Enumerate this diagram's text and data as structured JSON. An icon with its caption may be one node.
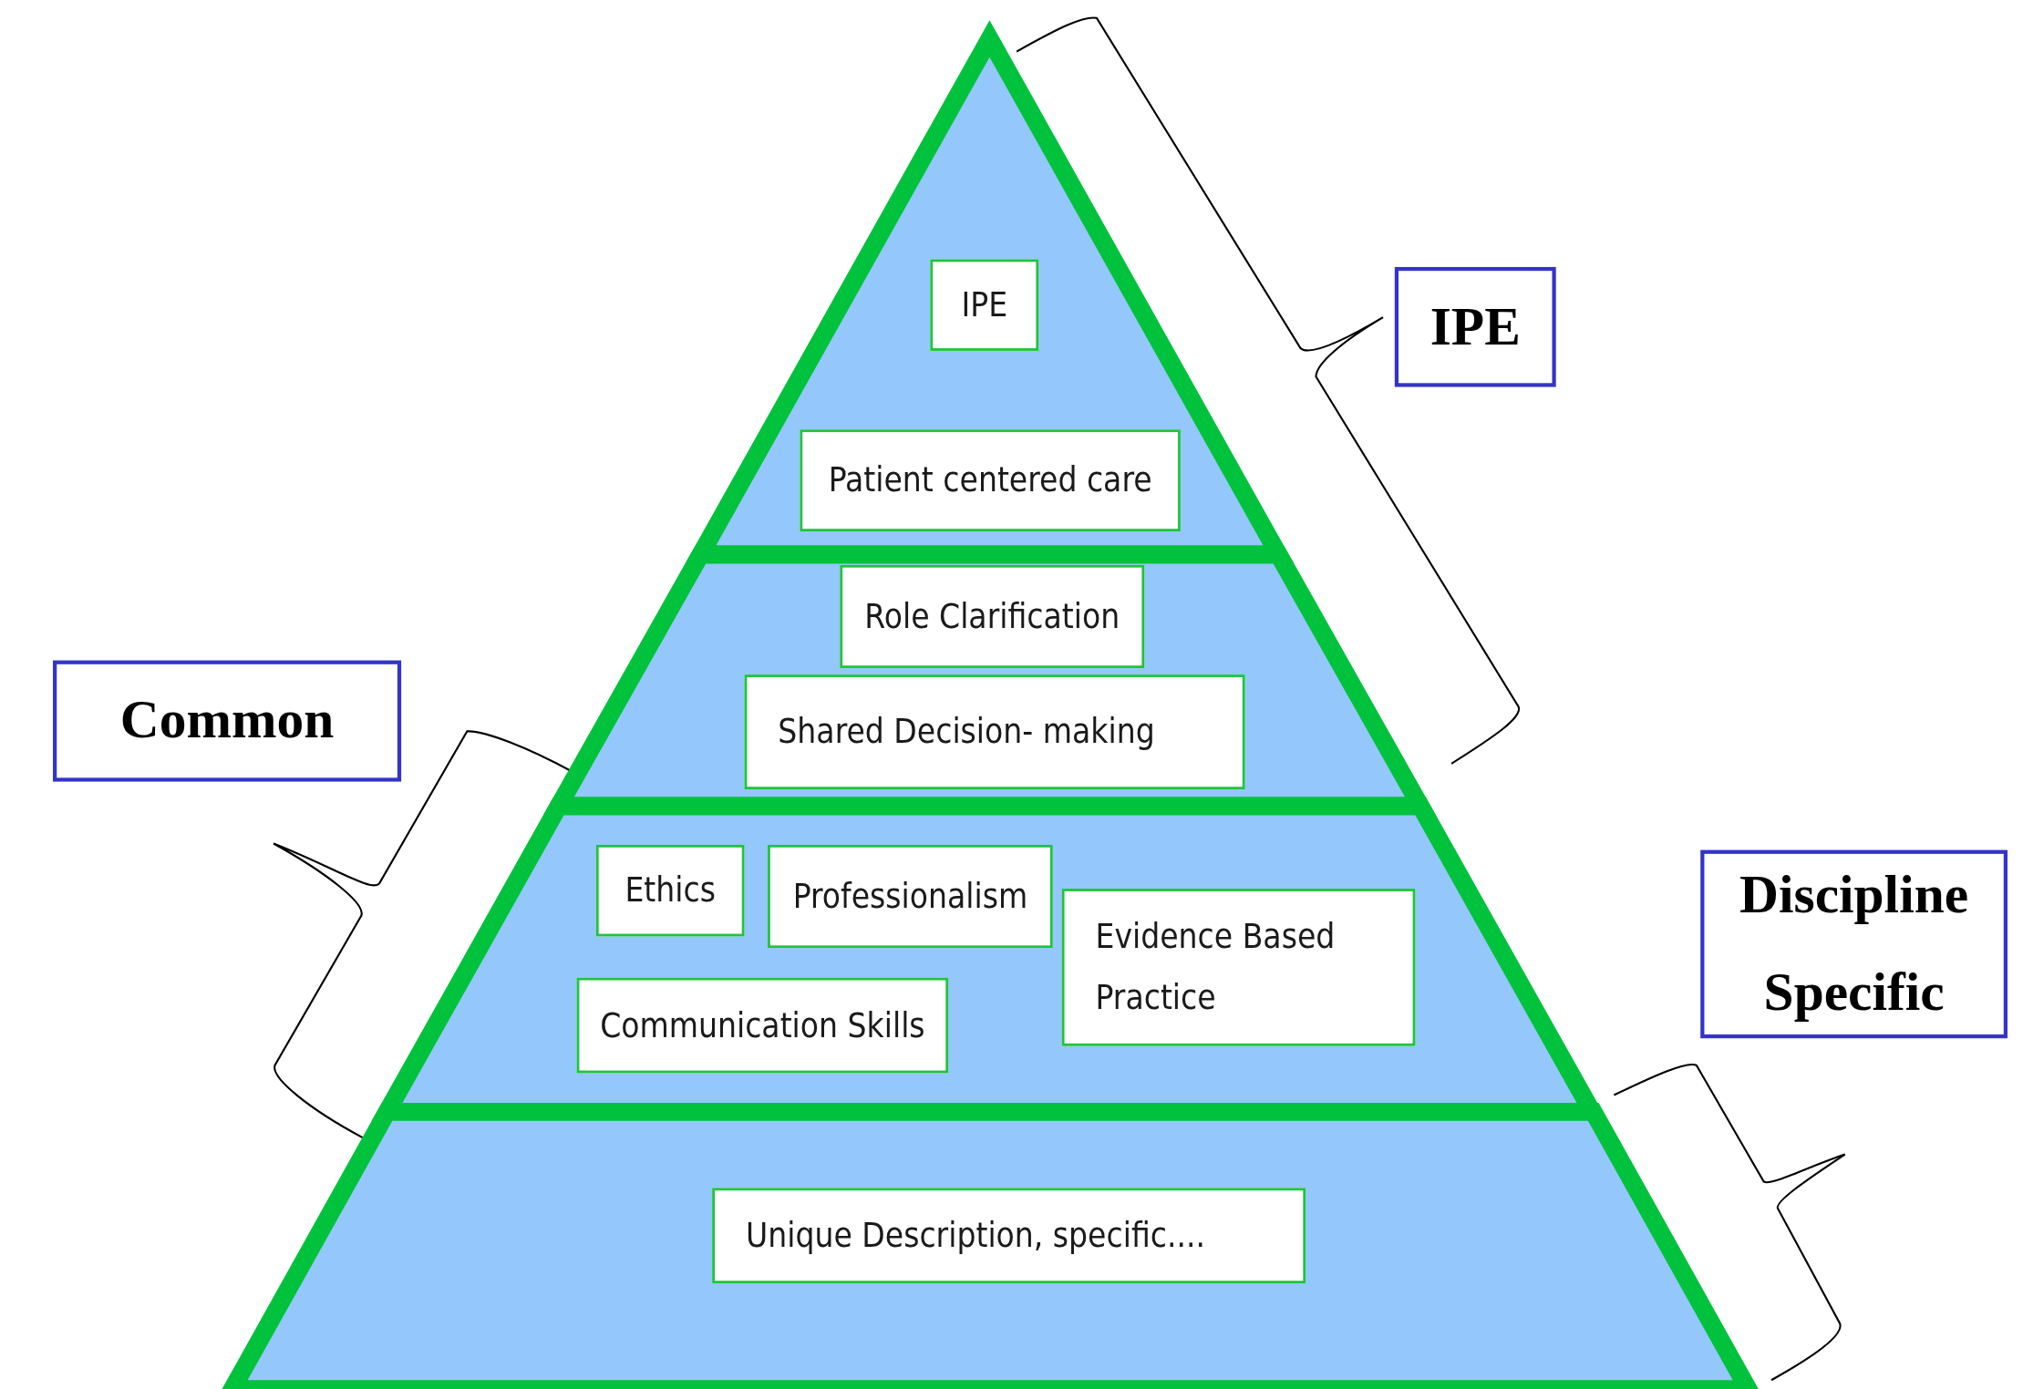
{
  "diagram": {
    "nodes": [
      {
        "text": [],
        "shape": "triangle"
      },
      {
        "text": [
          "IPE"
        ],
        "in": 0
      },
      {
        "text": [
          "Patient centered care"
        ],
        "in": 0
      },
      {
        "text": [],
        "shape": "trapezoid"
      },
      {
        "text": [
          "Role Clarification"
        ],
        "in": 3
      },
      {
        "text": [
          "Shared Decision- making"
        ],
        "in": 3
      },
      {
        "text": [
          "IPE"
        ]
      },
      {
        "text": [
          "Common"
        ]
      },
      {
        "text": [],
        "shape": "trapezoid"
      },
      {
        "text": [
          "Ethics"
        ],
        "in": 8
      },
      {
        "text": [
          "Professionalism"
        ],
        "in": 8
      },
      {
        "text": [
          "Evidence Based Practice"
        ],
        "in": 8
      },
      {
        "text": [
          "Communication Skills"
        ],
        "in": 8
      },
      {
        "text": [
          "Discipline Specific"
        ]
      },
      {
        "text": [],
        "shape": "trapezoid"
      },
      {
        "text": [
          "Unique Description, specific...."
        ],
        "in": 14
      }
    ],
    "edges": []
  }
}
